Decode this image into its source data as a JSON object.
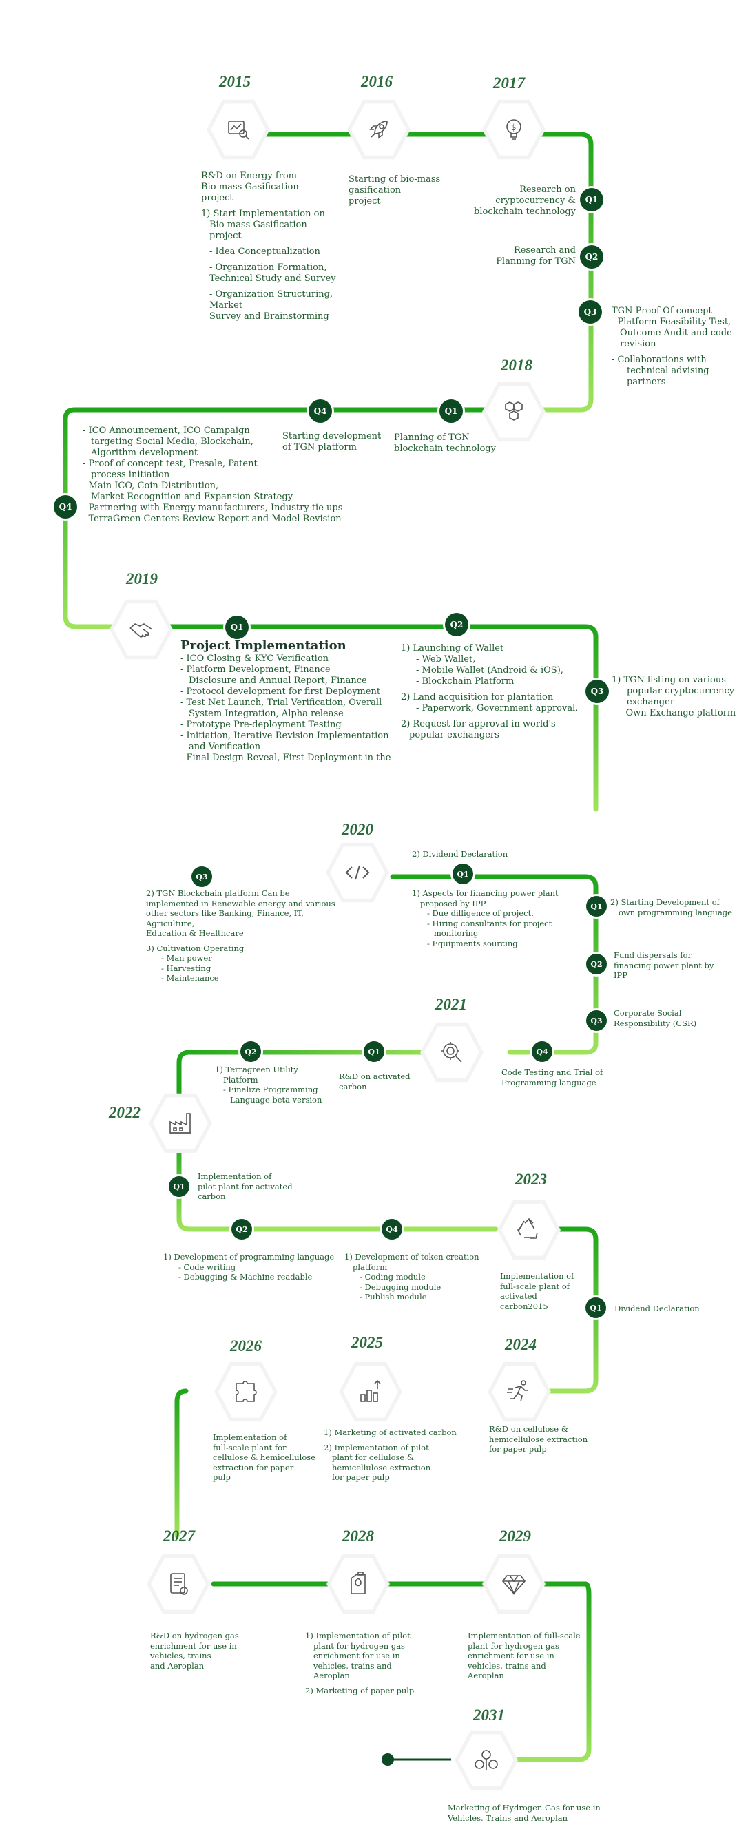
{
  "years": {
    "y2015": "2015",
    "y2016": "2016",
    "y2017": "2017",
    "y2018": "2018",
    "y2019": "2019",
    "y2020": "2020",
    "y2021": "2021",
    "y2022": "2022",
    "y2023": "2023",
    "y2024": "2024",
    "y2025": "2025",
    "y2026": "2026",
    "y2027": "2027",
    "y2028": "2028",
    "y2029": "2029",
    "y2031": "2031"
  },
  "quarters": {
    "q1": "Q1",
    "q2": "Q2",
    "q3": "Q3",
    "q4": "Q4"
  },
  "icons": {
    "i2015": "analytics-magnifier-icon",
    "i2016": "rocket-icon",
    "i2017": "lightbulb-dollar-icon",
    "i2018": "hexagon-cluster-icon",
    "i2019": "handshake-icon",
    "i2020": "code-brackets-icon",
    "i2021": "gear-magnifier-icon",
    "i2022": "factory-icon",
    "i2023": "recycle-icon",
    "i2024": "running-person-icon",
    "i2025": "bar-chart-arrow-icon",
    "i2026": "puzzle-icon",
    "i2027": "document-list-icon",
    "i2028": "fuel-can-icon",
    "i2029": "diamond-icon",
    "i2031": "coins-icon"
  },
  "colors": {
    "dark_green": "#0d4a23",
    "line_green": "#2fae1e",
    "light_green": "#9fe35b",
    "text_green": "#1f5a2e"
  },
  "t2015": {
    "main": [
      "R&D on Energy from",
      "Bio-mass Gasification",
      "project"
    ],
    "sub_head": [
      "1) Start Implementation on",
      "Bio-mass Gasification",
      "project"
    ],
    "b1": "- Idea Conceptualization",
    "b2": [
      "- Organization Formation,",
      "Technical Study and Survey"
    ],
    "b3": [
      "- Organization Structuring, Market",
      "Survey and Brainstorming"
    ]
  },
  "t2016": [
    "Starting of bio-mass",
    "gasification",
    "project"
  ],
  "t2017_q1": [
    "Research on",
    "cryptocurrency &",
    "blockchain technology"
  ],
  "t2017_q2": [
    "Research and",
    "Planning for TGN"
  ],
  "t2017_q3": {
    "title": "TGN Proof Of concept",
    "b1": [
      "- Platform Feasibility Test,",
      "Outcome Audit and code",
      "revision"
    ],
    "b2": [
      "-  Collaborations with",
      "technical advising",
      "partners"
    ]
  },
  "t2018_q1": [
    "Planning of  TGN",
    "blockchain technology"
  ],
  "t2018_q4": [
    "Starting development",
    "of TGN platform"
  ],
  "t2018_list": [
    "- ICO Announcement, ICO Campaign",
    "targeting Social Media, Blockchain,",
    "Algorithm development",
    "- Proof of concept test, Presale, Patent",
    "process initiation",
    "- Main ICO, Coin Distribution,",
    "Market Recognition and Expansion Strategy",
    "- Partnering with Energy manufacturers, Industry tie ups",
    "- TerraGreen Centers Review Report and Model Revision"
  ],
  "t2019_q1": {
    "title": "Project Implementation",
    "items": [
      "- ICO Closing & KYC Verification",
      "- Platform Development, Finance",
      "Disclosure and Annual Report, Finance",
      "- Protocol development for first Deployment",
      "- Test Net Launch, Trial Verification, Overall",
      "System Integration, Alpha release",
      "- Prototype Pre-deployment Testing",
      "- Initiation, Iterative Revision Implementation",
      "and Verification",
      "- Final Design Reveal, First Deployment in the"
    ]
  },
  "t2019_q2": {
    "l1": "1) Launching of Wallet",
    "s1": "- Web Wallet,",
    "s2": "- Mobile Wallet (Android & iOS),",
    "s3": "- Blockchain Platform",
    "l2": "2) Land acquisition for plantation",
    "s4": "- Paperwork, Government approval,",
    "l3": [
      "2) Request for approval in world's",
      "popular exchangers"
    ]
  },
  "t2019_q3": [
    "1) TGN listing on various",
    "popular  cryptocurrency",
    "exchanger",
    "- Own Exchange platform"
  ],
  "t2020_top": "2) Dividend Declaration",
  "t2020_q3": {
    "l1": [
      "2) TGN  Blockchain platform Can be",
      "implemented in Renewable energy and various",
      "other sectors like Banking, Finance, IT, Agriculture,",
      "Education & Healthcare"
    ],
    "l2": "3) Cultivation Operating",
    "s": [
      "- Man power",
      "- Harvesting",
      "- Maintenance"
    ]
  },
  "t2020_q1": {
    "l1": [
      "1) Aspects for financing power plant",
      "proposed by IPP"
    ],
    "s": [
      "- Due dilligence of project.",
      "- Hiring consultants for project",
      "monitoring",
      "- Equipments sourcing"
    ]
  },
  "t2020_r_q1": [
    "2) Starting Development of",
    "own programming language"
  ],
  "t2020_r_q2": [
    "Fund dispersals for",
    "financing power plant by",
    "IPP"
  ],
  "t2020_r_q3": [
    "Corporate Social",
    "Responsibility (CSR)"
  ],
  "t2021_q4": [
    "Code Testing and Trial of",
    "Programming language"
  ],
  "t2021_q1": [
    "R&D on activated",
    "carbon"
  ],
  "t2021_q2": [
    "1) Terragreen Utility",
    "Platform",
    "- Finalize Programming",
    "Language beta version"
  ],
  "t2022_q1": [
    "Implementation of",
    "pilot plant for activated",
    "carbon"
  ],
  "t2022_q2": [
    "1) Development of programming language",
    "- Code writing",
    "- Debugging & Machine readable"
  ],
  "t2022_q4": [
    "1) Development of token creation",
    "platform",
    "- Coding module",
    "- Debugging module",
    "- Publish module"
  ],
  "t2023": [
    "Implementation of",
    "full-scale plant of",
    "activated",
    "carbon2015"
  ],
  "t2023_q1": "Dividend Declaration",
  "t2024": [
    "R&D on cellulose &",
    "hemicellulose extraction",
    "for paper pulp"
  ],
  "t2025": {
    "l1": "1) Marketing of activated carbon",
    "l2": [
      "2) Implementation of pilot",
      "plant for cellulose &",
      "hemicellulose extraction",
      "for paper pulp"
    ]
  },
  "t2026": [
    "Implementation of",
    "full-scale plant for",
    "cellulose & hemicellulose",
    "extraction for paper",
    "pulp"
  ],
  "t2027": [
    "R&D on hydrogen gas",
    "enrichment for use in",
    "vehicles, trains",
    "and Aeroplan"
  ],
  "t2028": {
    "l1": [
      "1) Implementation of pilot",
      "plant for hydrogen gas",
      "enrichment for use in",
      "vehicles, trains and",
      "Aeroplan"
    ],
    "l2": "2) Marketing of paper pulp"
  },
  "t2029": [
    "Implementation of full-scale",
    "plant for hydrogen gas",
    "enrichment for use in",
    "vehicles, trains and",
    "Aeroplan"
  ],
  "t2031": [
    "Marketing of Hydrogen Gas for use in",
    "Vehicles, Trains and Aeroplan"
  ]
}
